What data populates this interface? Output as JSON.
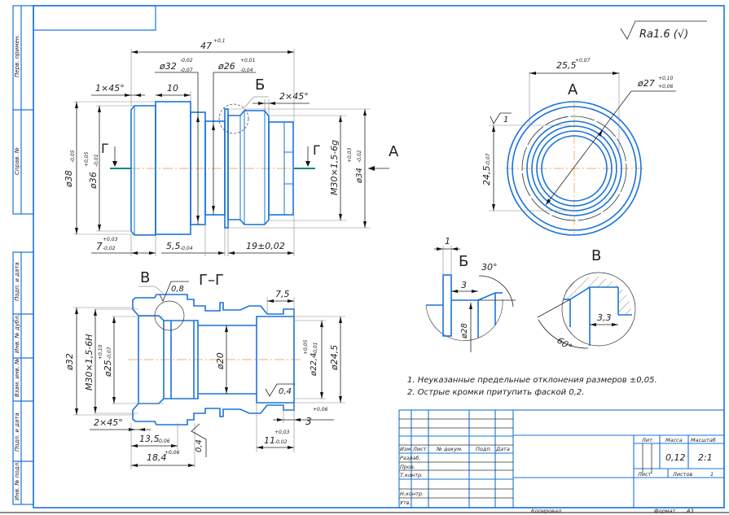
{
  "drawing": {
    "roughness": {
      "symbol": "surface-roughness-icon",
      "general": "Ra1.6 (√)"
    },
    "side_column": [
      "Перв. примен.",
      "Справ. №",
      "Подп. и дата",
      "Инв. № дубл.",
      "Взам. инв. №",
      "Подп. и дата",
      "Инв. № подл."
    ],
    "main_view": {
      "overall_length": "47",
      "overall_length_tol": "+0,1",
      "d32": "ø32",
      "d32_up": "-0,02",
      "d32_lo": "-0,07",
      "d26": "ø26",
      "d26_up": "+0,01",
      "d26_lo": "-0,04",
      "chamfer_left": "1×45°",
      "width_10": "10",
      "section_mark": "Г",
      "d38": "ø38",
      "d38_lo": "-0,05",
      "d36": "ø36",
      "d36_up": "+0,05",
      "d36_lo": "-0,01",
      "len7": "7",
      "len7_up": "+0,03",
      "len7_lo": "-0,02",
      "len55": "5,5",
      "len55_lo": "-0,04",
      "len19": "19±0,02",
      "detail_b": "Б",
      "chamfer_right": "2×45°",
      "thread": "M30×1,5-6g",
      "d34": "ø34",
      "d34_up": "+0,03",
      "d34_lo": "-0,02",
      "view_a": "A"
    },
    "view_a": {
      "label": "A",
      "width": "25,5",
      "width_tol": "+0,07",
      "d27": "ø27",
      "d27_up": "+0,10",
      "d27_lo": "+0,06",
      "height": "24,5",
      "height_tol": "-0,07",
      "roughness": "1"
    },
    "section_view": {
      "label": "Г–Г",
      "detail_v": "B",
      "roughness_08": "0,8",
      "d32": "ø32",
      "thread": "M30×1,5-6H",
      "d25": "ø25",
      "d25_up": "+0,10",
      "d25_lo": "-0,07",
      "chamfer": "2×45°",
      "len135": "13,5",
      "len135_lo": "-0,06",
      "len184": "18,4",
      "len184_up": "+0,06",
      "roughness_04a": "0,4",
      "d20": "ø20",
      "len75": "7,5",
      "d224": "ø22,4",
      "d224_up": "+0,05",
      "d224_lo": "-0,01",
      "d245": "ø24,5",
      "roughness_04b": "0,4",
      "len3": "3",
      "len3_up": "+0,06",
      "len11": "11",
      "len11_up": "+0,03",
      "len11_lo": "-0,02"
    },
    "detail_b": {
      "label": "Б",
      "dim1": "1",
      "dim3": "3",
      "angle": "30°",
      "dia": "ø28"
    },
    "detail_v": {
      "label": "B",
      "dim": "3,3",
      "angle": "60°"
    },
    "notes": [
      "1. Неуказанные предельные отклонения размеров ±0,05.",
      "2. Острые кромки притупить фаской 0,2."
    ]
  },
  "title_block": {
    "headers": [
      "Изм",
      "Лист",
      "№ докум.",
      "Подп.",
      "Дата"
    ],
    "roles": [
      "Разраб.",
      "Пров.",
      "Т.контр.",
      "",
      "Н.контр.",
      "Утв."
    ],
    "lit_label": "Лит.",
    "mass_label": "Масса",
    "scale_label": "Масштаб",
    "mass": "0,12",
    "scale": "2:1",
    "sheet_label": "Лист",
    "sheets_label": "Листов",
    "sheets": "1",
    "copied": "Копировал",
    "format_label": "Формат",
    "format": "A3"
  }
}
